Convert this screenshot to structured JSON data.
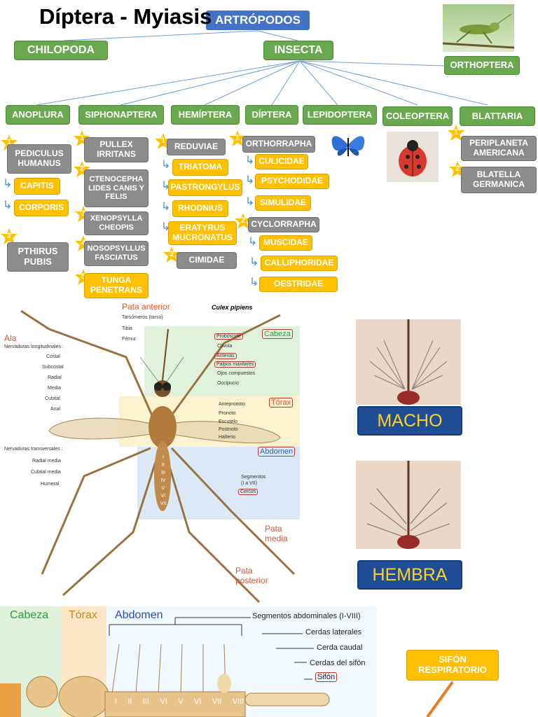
{
  "title": "Díptera - Myiasis",
  "tree": {
    "root": "ARTRÓPODOS",
    "classes": [
      "CHILOPODA",
      "INSECTA"
    ],
    "orthoptera": "ORTHOPTERA",
    "orders": [
      "ANOPLURA",
      "SIPHONAPTERA",
      "HEMÍPTERA",
      "DÍPTERA",
      "LEPIDOPTERA",
      "COLEOPTERA",
      "BLATTARIA"
    ],
    "anoplura": {
      "pediculus": "PEDICULUS HUMANUS",
      "capitis": "CAPITIS",
      "corporis": "CORPORIS",
      "pthirus": "PTHIRUS PUBIS"
    },
    "siphonaptera": {
      "pullex": "PULLEX IRRITANS",
      "ctenocephalides": "CTENOCEPHA LIDES CANIS Y FELIS",
      "xenopsylla": "XENOPSYLLA CHEOPIS",
      "nosopsyllus": "NOSOPSYLLUS FASCIATUS",
      "tunga": "TUNGA PENETRANS"
    },
    "hemiptera": {
      "reduviae": "REDUVIAE",
      "triatoma": "TRIATOMA",
      "pastrongylus": "PASTRONGYLUS",
      "rhodnius": "RHODNIUS",
      "eratyrus": "ERATYRUS MUCRONATUS",
      "cimidae": "CIMIDAE"
    },
    "diptera": {
      "orthorrapha": "ORTHORRAPHA",
      "culicidae": "CULICIDAE",
      "psychodidae": "PSYCHODIDAE",
      "simulidae": "SIMULIDAE",
      "cyclorrapha": "CYCLORRAPHA",
      "muscidae": "MUSCIDAE",
      "calliphoridae": "CALLIPHORIDAE",
      "oestridae": "OESTRIDAE"
    },
    "blattaria": {
      "periplaneta": "PERIPLANETA AMERICANA",
      "blatella": "BLATELLA GERMANICA"
    },
    "badges": [
      "1",
      "2",
      "3",
      "4",
      "5"
    ]
  },
  "mosquito": {
    "species": "Culex pipiens",
    "pata_anterior": "Pata anterior",
    "tarsomeros": "Tarsómeros (tarso)",
    "tibia": "Tibia",
    "femur": "Fémur",
    "ala": "Ala",
    "nerv_long": "Nervaduras longitudinales :",
    "costal": "Costal",
    "subcostal": "Subcostal",
    "radial": "Radial",
    "media": "Media",
    "cubital": "Cubital",
    "anal": "Anal",
    "nerv_trans": "Nervaduras transversales :",
    "radial_media": "Radial media",
    "cubital_media": "Cubital media",
    "humeral": "Humeral",
    "cabeza": "Cabeza",
    "probóscide": "Probóscide",
    "clivola": "Clívola",
    "antenas": "Antenas",
    "palpos": "Palpos maxilares",
    "ojos": "Ojos compuestos",
    "occipucio": "Occipucio",
    "torax": "Tórax",
    "antepronoto": "Antepronoto",
    "pronoto": "Pronoto",
    "escutelo": "Escutelo",
    "postnoto": "Postnoto",
    "halterio": "Halterio",
    "abdomen": "Abdomen",
    "segmentos": "Segmentos",
    "segmentos_range": "(I a VII)",
    "cercos": "Cercos",
    "pata_media": "Pata media",
    "pata_posterior": "Pata posterior",
    "segment_numerals": [
      "I",
      "II",
      "III",
      "IV",
      "V",
      "VI",
      "VII"
    ]
  },
  "sex_labels": {
    "macho": "MACHO",
    "hembra": "HEMBRA"
  },
  "larva": {
    "cabeza": "Cabeza",
    "torax": "Tórax",
    "abdomen": "Abdomen",
    "segmentos_abd": "Segmentos abdominales (I-VIII)",
    "cerdas_laterales": "Cerdas laterales",
    "cerda_caudal": "Cerda caudal",
    "cerdas_sifon": "Cerdas del sifón",
    "sifon": "Sifón",
    "numerals": [
      "I",
      "II",
      "III",
      "VI",
      "V",
      "VI",
      "VII",
      "VIII"
    ]
  },
  "sifon_box": "SIFÓN RESPIRATORIO",
  "colors": {
    "green": "#6aa84f",
    "gray": "#8c8c8c",
    "yellow": "#ffc000",
    "blue": "#4472c4",
    "navy": "#1f4e96",
    "label_red": "#e0502a"
  }
}
